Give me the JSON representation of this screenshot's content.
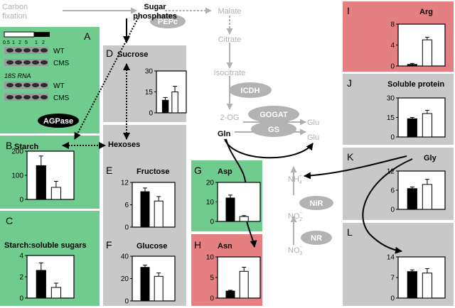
{
  "colors": {
    "green": "#6fcc8e",
    "red": "#e58082",
    "gray": "#c8c8c8",
    "pathway_gray": "#b0b0b0",
    "enzyme_gray": "#b3b3b3",
    "black_bar": "#000000",
    "white_bar": "#ffffff"
  },
  "pathway": {
    "carbon_fixation": "Carbon\nfixation",
    "sugar_phosphates": "Sugar\nphosphates",
    "pepc": "PEPc",
    "malate": "Malate",
    "citrate": "Citrate",
    "isocitrate": "Isocitrate",
    "icdh": "ICDH",
    "two_og": "2-OG",
    "gogat": "GOGAT",
    "gs": "GS",
    "glu1": "Glu",
    "glu2": "Glu",
    "gln": "Gln",
    "nh4": "NH",
    "nh4_sub": "4",
    "nh4_sup": "+",
    "nir": "NiR",
    "no2": "NO",
    "no2_sub": "2",
    "no2_sup": "−",
    "nr": "NR",
    "no3": "NO",
    "no3_sub": "3",
    "no3_sup": "−",
    "agpase": "AGPase",
    "hexoses": "Hexoses"
  },
  "gel": {
    "letter": "A",
    "scale_ticks": [
      "0.5",
      "1",
      "2",
      "5",
      "1",
      "2"
    ],
    "rows": [
      "WT",
      "CMS",
      "WT",
      "CMS"
    ],
    "rna_label": "18S RNA"
  },
  "panels": {
    "B": {
      "letter": "B",
      "title": "Starch"
    },
    "C": {
      "letter": "C",
      "title": "Starch:soluble sugars"
    },
    "D": {
      "letter": "D",
      "title": "Sucrose"
    },
    "E": {
      "letter": "E",
      "title": "Fructose"
    },
    "F": {
      "letter": "F",
      "title": "Glucose"
    },
    "G": {
      "letter": "G",
      "title": "Asp"
    },
    "H": {
      "letter": "H",
      "title": "Asn"
    },
    "I": {
      "letter": "I",
      "title": "Arg"
    },
    "J": {
      "letter": "J",
      "title": "Soluble protein"
    },
    "K": {
      "letter": "K",
      "title": "Gly"
    },
    "L": {
      "letter": "L",
      "title": "Ser"
    }
  },
  "chart_data": [
    {
      "id": "B",
      "type": "bar",
      "series": [
        "WT",
        "CMS"
      ],
      "values": [
        140,
        50
      ],
      "errors": [
        40,
        25
      ],
      "ylim": [
        0,
        200
      ],
      "yticks": [
        "0",
        "100",
        "200"
      ]
    },
    {
      "id": "C",
      "type": "bar",
      "series": [
        "WT",
        "CMS"
      ],
      "values": [
        2.6,
        1.0
      ],
      "errors": [
        0.7,
        0.4
      ],
      "ylim": [
        0,
        4
      ],
      "yticks": [
        "0",
        "2",
        "4"
      ]
    },
    {
      "id": "D",
      "type": "bar",
      "series": [
        "WT",
        "CMS"
      ],
      "values": [
        9,
        15
      ],
      "errors": [
        2,
        4
      ],
      "ylim": [
        0,
        30
      ],
      "yticks": [
        "0",
        "15",
        "30"
      ]
    },
    {
      "id": "E",
      "type": "bar",
      "series": [
        "WT",
        "CMS"
      ],
      "values": [
        9.5,
        7
      ],
      "errors": [
        1,
        1.2
      ],
      "ylim": [
        0,
        12
      ],
      "yticks": [
        "0",
        "6",
        "12"
      ]
    },
    {
      "id": "F",
      "type": "bar",
      "series": [
        "WT",
        "CMS"
      ],
      "values": [
        30,
        22
      ],
      "errors": [
        2,
        3
      ],
      "ylim": [
        0,
        40
      ],
      "yticks": [
        "0",
        "20",
        "40"
      ]
    },
    {
      "id": "G",
      "type": "bar",
      "series": [
        "WT",
        "CMS"
      ],
      "values": [
        12,
        2.5
      ],
      "errors": [
        1.5,
        0.5
      ],
      "ylim": [
        0,
        20
      ],
      "yticks": [
        "0",
        "10",
        "20"
      ]
    },
    {
      "id": "H",
      "type": "bar",
      "series": [
        "WT",
        "CMS"
      ],
      "values": [
        1.7,
        6.5
      ],
      "errors": [
        0.2,
        1.0
      ],
      "ylim": [
        0,
        10
      ],
      "yticks": [
        "0",
        "5",
        "10"
      ]
    },
    {
      "id": "I",
      "type": "bar",
      "series": [
        "WT",
        "CMS"
      ],
      "values": [
        0.3,
        5
      ],
      "errors": [
        0.2,
        0.5
      ],
      "ylim": [
        0,
        8
      ],
      "yticks": [
        "0",
        "4",
        "8"
      ]
    },
    {
      "id": "J",
      "type": "bar",
      "series": [
        "WT",
        "CMS"
      ],
      "values": [
        14,
        18
      ],
      "errors": [
        1,
        2.5
      ],
      "ylim": [
        0,
        30
      ],
      "yticks": [
        "0",
        "15",
        "30"
      ]
    },
    {
      "id": "K",
      "type": "bar",
      "series": [
        "WT",
        "CMS"
      ],
      "values": [
        6.5,
        7.8
      ],
      "errors": [
        0.5,
        1.6
      ],
      "ylim": [
        0,
        12
      ],
      "yticks": [
        "0",
        "6",
        "12"
      ]
    },
    {
      "id": "L",
      "type": "bar",
      "series": [
        "WT",
        "CMS"
      ],
      "values": [
        9,
        8.5
      ],
      "errors": [
        0.6,
        1.5
      ],
      "ylim": [
        0,
        14
      ],
      "yticks": [
        "0",
        "7",
        "14"
      ]
    }
  ]
}
